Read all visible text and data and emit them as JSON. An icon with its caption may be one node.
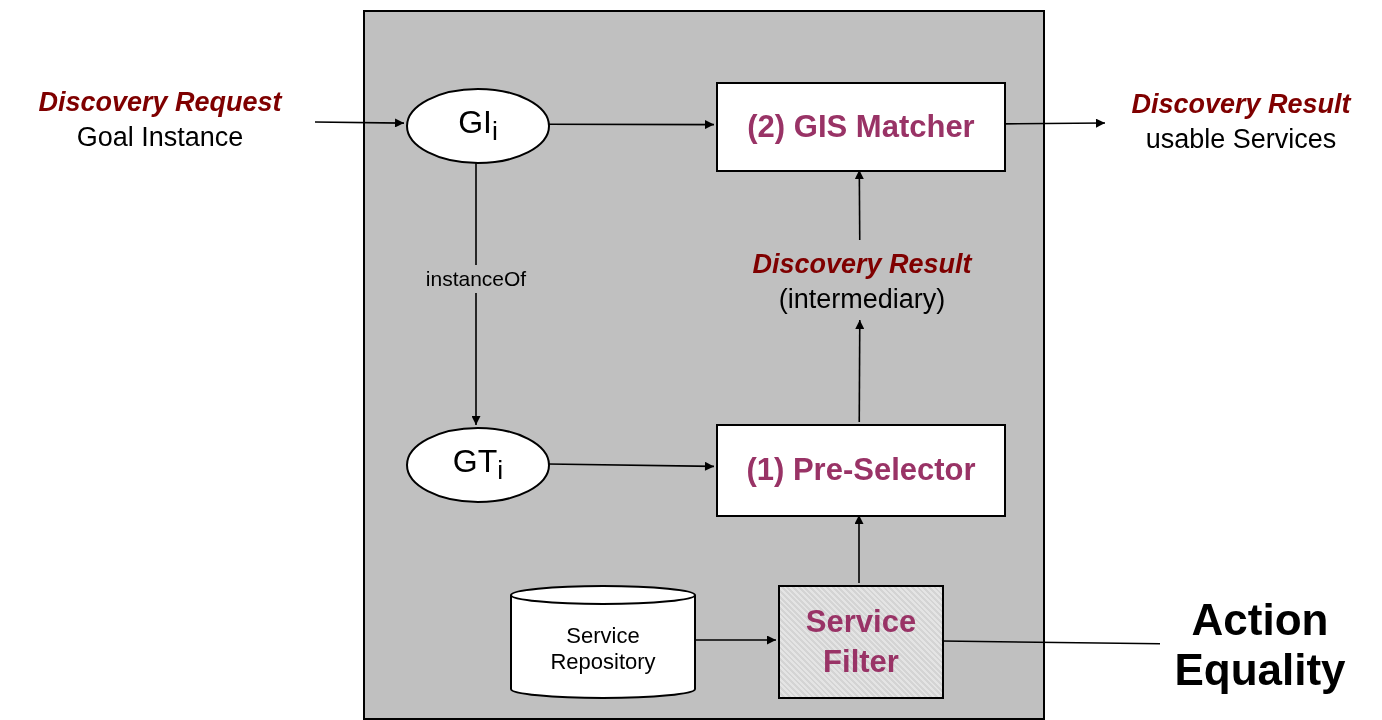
{
  "diagram": {
    "nodes": [
      {
        "text": [],
        "shape": "box"
      },
      {
        "text": [
          "Discovery Request",
          "Goal Instance"
        ]
      },
      {
        "text": [
          "GI$_{i}$"
        ],
        "in": 0
      },
      {
        "text": [
          "(2) GIS Matcher"
        ],
        "in": 0
      },
      {
        "text": [
          "Discovery Result",
          "usable Services"
        ]
      },
      {
        "text": [
          "Discovery Result",
          "(intermediary)"
        ],
        "in": 0
      },
      {
        "text": [
          "GT$_{i}$"
        ],
        "in": 0
      },
      {
        "text": [
          "(1) Pre-Selector"
        ],
        "in": 0
      },
      {
        "text": [
          "Service Repository"
        ],
        "in": 0
      },
      {
        "text": [
          "Service Filter"
        ],
        "in": 0
      },
      {
        "text": [
          "Action Equality"
        ]
      }
    ],
    "edges": [
      {
        "from": 1,
        "to": 2,
        "arrow": "to"
      },
      {
        "from": 2,
        "to": 3,
        "arrow": "to"
      },
      {
        "from": 3,
        "to": 4,
        "arrow": "to"
      },
      {
        "from": 2,
        "to": 6,
        "arrow": "to",
        "label": "instanceOf"
      },
      {
        "from": 6,
        "to": 7,
        "arrow": "to"
      },
      {
        "from": 7,
        "to": 5,
        "arrow": "to"
      },
      {
        "from": 5,
        "to": 3,
        "arrow": "to"
      },
      {
        "from": 8,
        "to": 9,
        "arrow": "to"
      },
      {
        "from": 9,
        "to": 7,
        "arrow": "to"
      },
      {
        "from": 10,
        "to": 9,
        "arrow": "none"
      }
    ]
  }
}
